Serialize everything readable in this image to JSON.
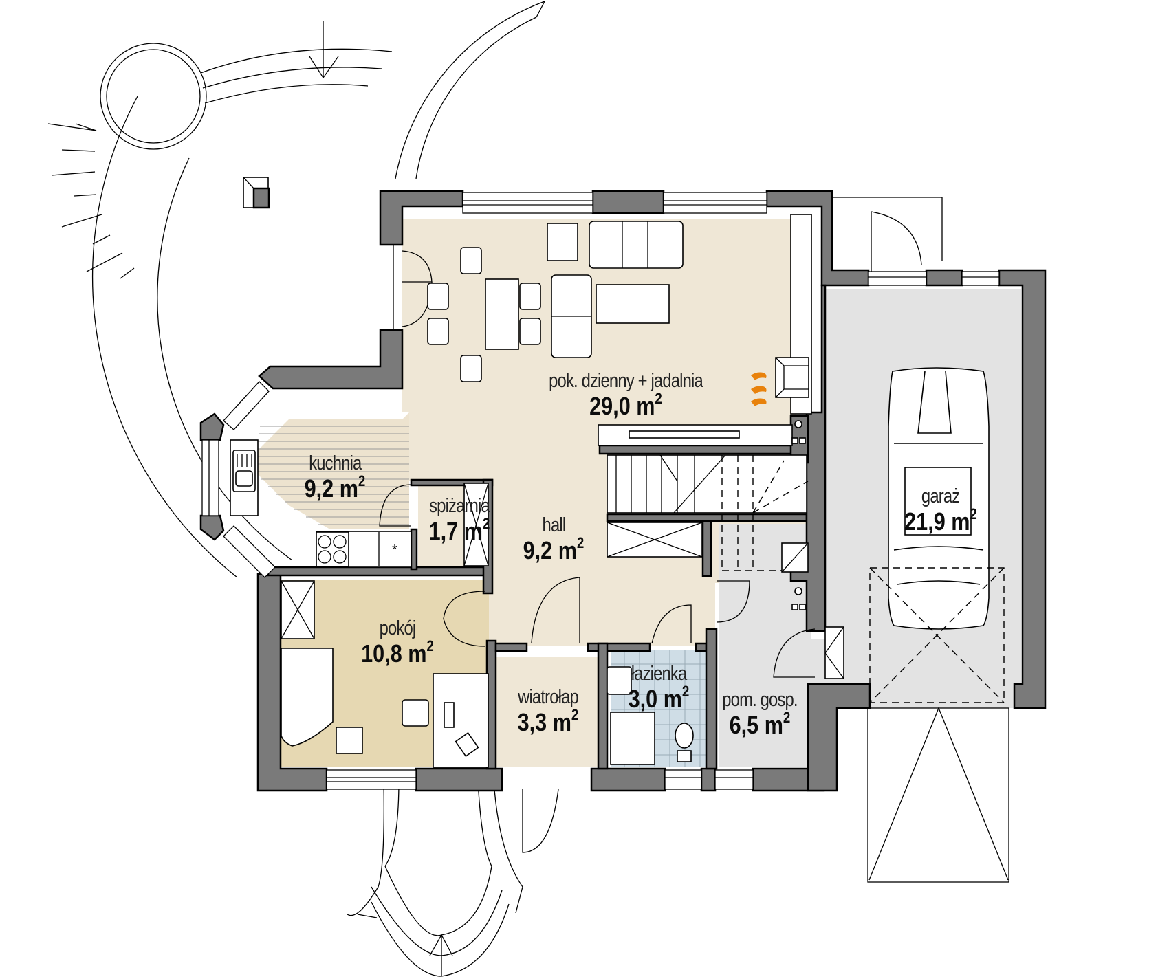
{
  "plan": {
    "title": "Floor plan - ground floor",
    "colors": {
      "wall": "#7a7a7a",
      "living": "#efe7d6",
      "kitchen": "#ede3cf",
      "pokoj": "#e6d8b2",
      "bathroom": "#cfdde6",
      "utility": "#e3e3e3",
      "garage": "#e3e3e3",
      "fireplace_flame": "#e8820c"
    },
    "rooms": [
      {
        "id": "living",
        "name": "pok. dzienny + jadalnia",
        "area": "29,0 m",
        "unit_sup": "2"
      },
      {
        "id": "kitchen",
        "name": "kuchnia",
        "area": "9,2 m",
        "unit_sup": "2"
      },
      {
        "id": "pantry",
        "name": "spiżarnia",
        "area": "1,7 m",
        "unit_sup": "2"
      },
      {
        "id": "hall",
        "name": "hall",
        "area": "9,2 m",
        "unit_sup": "2"
      },
      {
        "id": "room",
        "name": "pokój",
        "area": "10,8 m",
        "unit_sup": "2"
      },
      {
        "id": "vestibule",
        "name": "wiatrołap",
        "area": "3,3 m",
        "unit_sup": "2"
      },
      {
        "id": "bathroom",
        "name": "łazienka",
        "area": "3,0 m",
        "unit_sup": "2"
      },
      {
        "id": "utility",
        "name": "pom. gosp.",
        "area": "6,5 m",
        "unit_sup": "2"
      },
      {
        "id": "garage",
        "name": "garaż",
        "area": "21,9 m",
        "unit_sup": "2"
      }
    ]
  }
}
